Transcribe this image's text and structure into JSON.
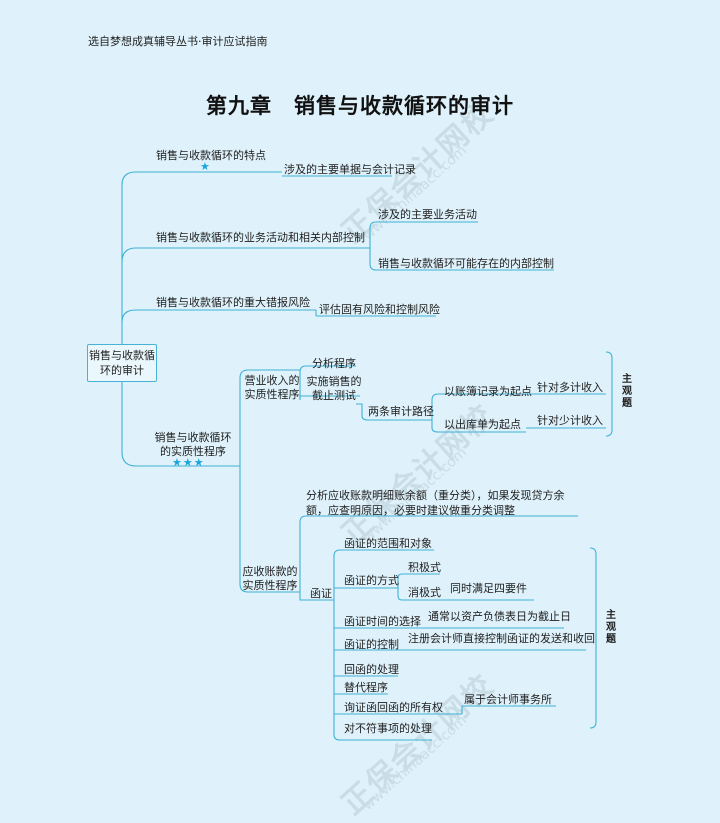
{
  "header": "选自梦想成真辅导丛书·审计应试指南",
  "title": "第九章　销售与收款循环的审计",
  "watermark": {
    "cn": "正保会计网校",
    "url": "www.chinaacc.com"
  },
  "star_colors": {
    "star": "#1aa5e0",
    "line": "#3fb1d6"
  },
  "root": "销售与收款循环的审计",
  "branch1": {
    "label": "销售与收款循环的特点",
    "stars": "★",
    "child": "涉及的主要单据与会计记录"
  },
  "branch2": {
    "label": "销售与收款循环的业务活动和相关内部控制",
    "children": [
      "涉及的主要业务活动",
      "销售与收款循环可能存在的内部控制"
    ]
  },
  "branch3": {
    "label": "销售与收款循环的重大错报风险",
    "child": "评估固有风险和控制风险"
  },
  "branch4": {
    "label": "销售与收款循环的实质性程序",
    "stars": "★★★",
    "revenue": {
      "label": "营业收入的实质性程序",
      "analysis": "分析程序",
      "cutoff": "实施销售的截止测试",
      "audit_path": "两条审计路径",
      "path1": "以账簿记录为起点",
      "path1_target": "针对多计收入",
      "path2": "以出库单为起点",
      "path2_target": "针对少计收入",
      "subjective": "主观题"
    },
    "receivable": {
      "label": "应收账款的实质性程序",
      "analysis_note": "分析应收账款明细账余额（重分类），如果发现贷方余额，应查明原因，必要时建议做重分类调整",
      "confirm": "函证",
      "items": {
        "scope": "函证的范围和对象",
        "method": "函证的方式",
        "positive": "积极式",
        "negative": "消极式",
        "negative_note": "同时满足四要件",
        "timing": "函证时间的选择",
        "timing_note": "通常以资产负债表日为截止日",
        "control": "函证的控制",
        "control_note": "注册会计师直接控制函证的发送和收回",
        "response": "回函的处理",
        "alternative": "替代程序",
        "ownership": "询证函回函的所有权",
        "ownership_note": "属于会计师事务所",
        "discrepancy": "对不符事项的处理"
      },
      "subjective": "主观题"
    }
  }
}
